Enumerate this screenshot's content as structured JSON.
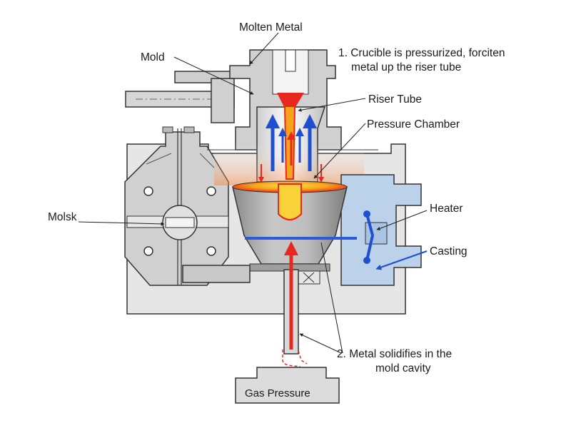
{
  "labels": {
    "molten_metal": "Molten Metal",
    "mold": "Mold",
    "step1_line1": "1. Crucible is pressurized, forciten",
    "step1_line2": "metal up the riser tube",
    "riser_tube": "Riser Tube",
    "pressure_chamber": "Pressure Chamber",
    "molsk": "Molsk",
    "heater": "Heater",
    "casting": "Casting",
    "step2_line1": "2. Metal solidifies in the",
    "step2_line2": "mold cavity",
    "gas_pressure": "Gas Pressure"
  },
  "colors": {
    "housing_fill": "#e4e4e4",
    "mold_fill": "#cfcfcf",
    "chamber_fill": "#a8a8a8",
    "heater_fill": "#bfd3ea",
    "metal_red": "#e8281e",
    "metal_orange": "#f7a21b",
    "metal_yellow": "#f9d23a",
    "flow_blue": "#1f4fd1",
    "outline": "#333333"
  },
  "icons": [
    "upward-flow-arrow",
    "downward-flow-arrow",
    "hex-bolt"
  ]
}
